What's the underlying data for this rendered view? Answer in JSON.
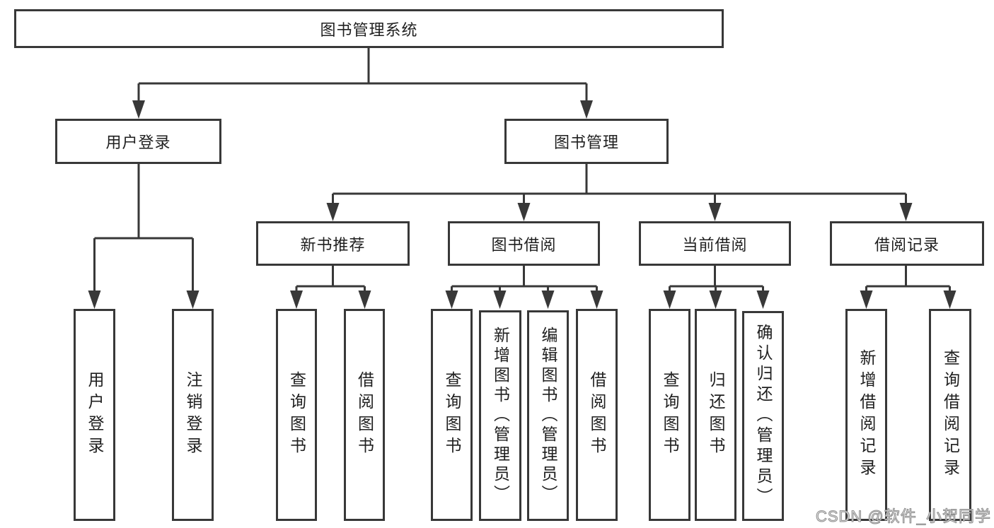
{
  "diagram_title": "图书管理系统",
  "tree": {
    "root": {
      "label": "图书管理系统"
    },
    "branches": [
      {
        "label": "用户登录",
        "children": [
          {
            "label": "用户登录"
          },
          {
            "label": "注销登录"
          }
        ]
      },
      {
        "label": "图书管理",
        "children": [
          {
            "label": "新书推荐",
            "children": [
              {
                "label": "查询图书"
              },
              {
                "label": "借阅图书"
              }
            ]
          },
          {
            "label": "图书借阅",
            "children": [
              {
                "label": "查询图书"
              },
              {
                "label": "新增图书（管理员）"
              },
              {
                "label": "编辑图书（管理员）"
              },
              {
                "label": "借阅图书"
              }
            ]
          },
          {
            "label": "当前借阅",
            "children": [
              {
                "label": "查询图书"
              },
              {
                "label": "归还图书"
              },
              {
                "label": "确认归还（管理员）"
              }
            ]
          },
          {
            "label": "借阅记录",
            "children": [
              {
                "label": "新增借阅记录"
              },
              {
                "label": "查询借阅记录"
              }
            ]
          }
        ]
      }
    ]
  },
  "watermark": {
    "text": "CSDN @软件_小贺同学"
  },
  "colors": {
    "line": "#383838",
    "box_border": "#383838",
    "box_fill": "#ffffff",
    "text": "#1f1f1f",
    "watermark": "#c9c9c9"
  }
}
